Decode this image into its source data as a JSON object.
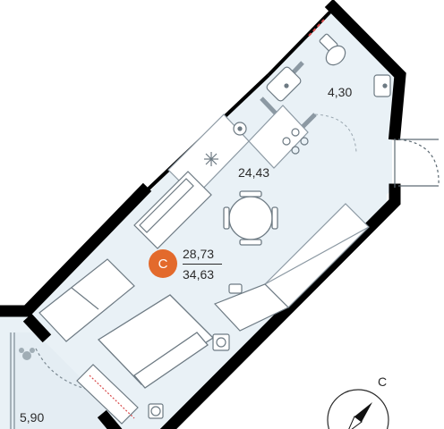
{
  "rooms": {
    "bathroom_area": "4,30",
    "living_area": "24,43",
    "balcony_area": "5,90"
  },
  "apartment": {
    "type_letter": "С",
    "living_total": "28,73",
    "total_area": "34,63"
  },
  "compass": {
    "north_letter": "С"
  },
  "colors": {
    "floor_fill": "#e9f1f6",
    "wall": "#000000",
    "badge": "#e36a2c",
    "furniture_line": "#9aa7b0"
  },
  "icons": [
    "bathtub-icon",
    "sink-icon",
    "toilet-icon",
    "stove-icon",
    "snowflake-icon",
    "compass-icon",
    "door-swing-icon"
  ]
}
